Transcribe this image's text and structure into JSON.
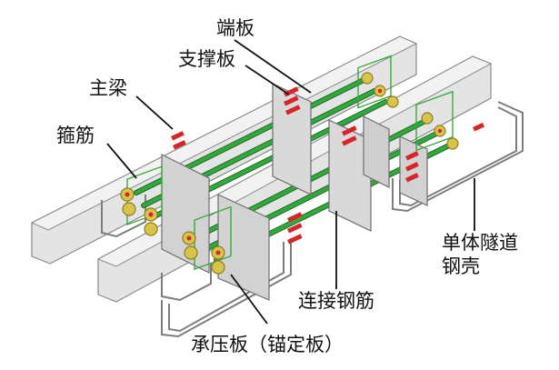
{
  "labels": {
    "end_plate": "端板",
    "support_plate": "支撑板",
    "main_beam": "主梁",
    "stirrup": "箍筋",
    "single_tunnel_shell_line1": "单体隧道",
    "single_tunnel_shell_line2": "钢壳",
    "connecting_rebar": "连接钢筋",
    "bearing_plate": "承压板（锚定板）"
  },
  "colors": {
    "beam_face": "#e3e3e3",
    "beam_edge": "#8a8a8a",
    "rebar": "#2f9a3a",
    "rebar_dark": "#1d6b28",
    "stirrup_mesh": "#3aa83f",
    "anchor": "#d7c44a",
    "anchor_dark": "#8f7d25",
    "red_marks": "#d6262b",
    "text": "#111111"
  }
}
